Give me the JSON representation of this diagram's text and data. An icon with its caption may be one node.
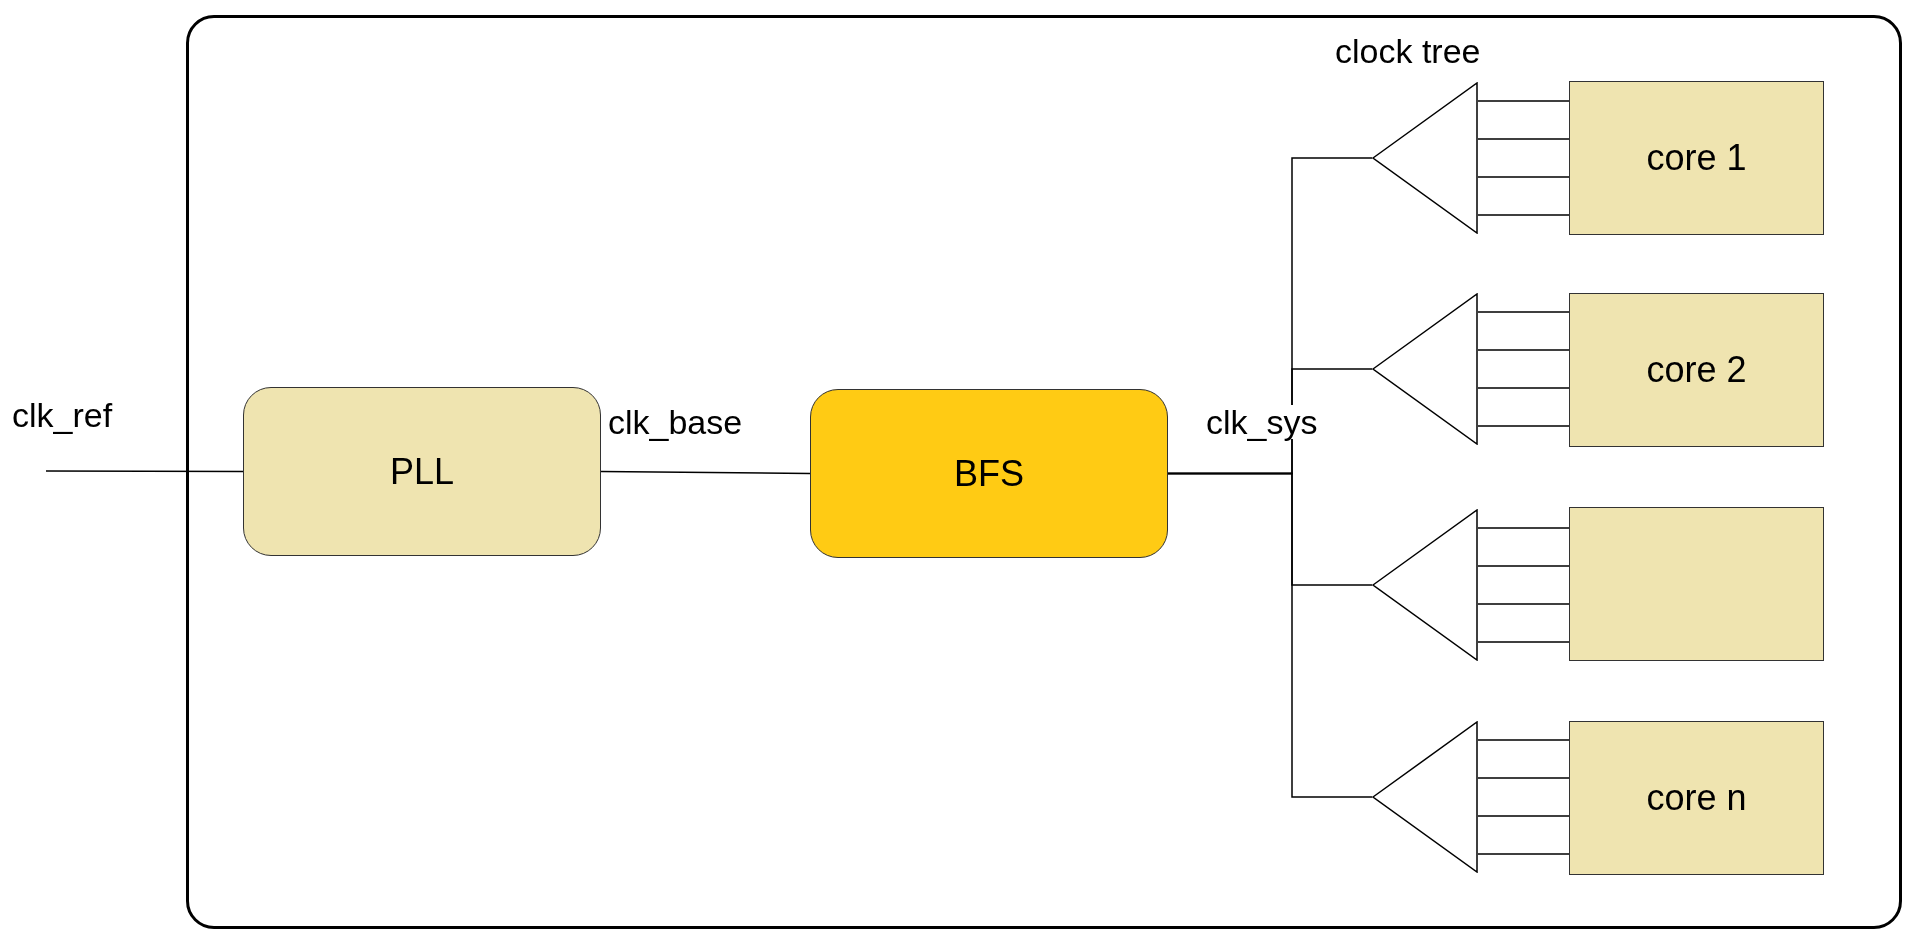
{
  "diagram": {
    "nodes": [
      {
        "text": [],
        "shape": "box"
      },
      {
        "text": [
          "PLL"
        ],
        "in": 0
      },
      {
        "text": [
          "BFS"
        ],
        "in": 0
      },
      {
        "text": [],
        "shape": "triangle",
        "in": 0
      },
      {
        "text": [],
        "shape": "triangle",
        "in": 0
      },
      {
        "text": [],
        "shape": "triangle",
        "in": 0
      },
      {
        "text": [],
        "shape": "triangle",
        "in": 0
      },
      {
        "text": [
          "core 1"
        ],
        "in": 0
      },
      {
        "text": [
          "core 2"
        ],
        "in": 0
      },
      {
        "text": [],
        "shape": "box",
        "in": 0
      },
      {
        "text": [
          "core n"
        ],
        "in": 0
      }
    ],
    "edges": [
      {
        "from": null,
        "to": 1,
        "arrow": "none",
        "label": "clk_ref"
      },
      {
        "from": 1,
        "to": 2,
        "arrow": "none",
        "label": "clk_base"
      },
      {
        "from": 2,
        "to": 3,
        "arrow": "none",
        "label": "clk_sys"
      },
      {
        "from": 2,
        "to": 4,
        "arrow": "none"
      },
      {
        "from": 2,
        "to": 5,
        "arrow": "none"
      },
      {
        "from": 2,
        "to": 6,
        "arrow": "none"
      },
      {
        "from": 3,
        "to": 7,
        "arrow": "none"
      },
      {
        "from": 4,
        "to": 8,
        "arrow": "none"
      },
      {
        "from": 5,
        "to": 9,
        "arrow": "none"
      },
      {
        "from": 6,
        "to": 10,
        "arrow": "none"
      }
    ],
    "labels": [
      "clock tree"
    ]
  }
}
